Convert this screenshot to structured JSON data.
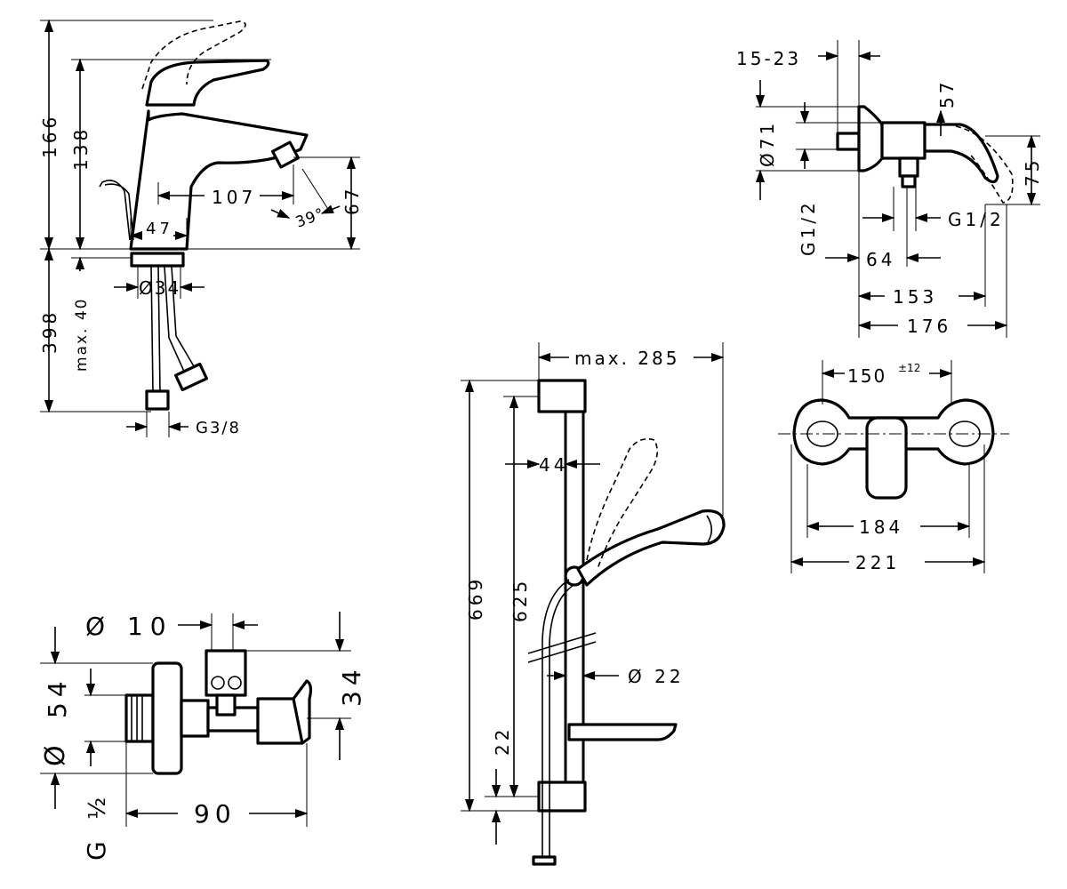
{
  "colors": {
    "ink": "#000000",
    "paper": "#ffffff"
  },
  "basin_mixer": {
    "dim_166": "166",
    "dim_138": "138",
    "dim_107": "107",
    "dim_67": "67",
    "angle_39": "39°",
    "dim_47": "47",
    "dia_34": "Ø34",
    "dim_398": "398",
    "max_40": "max. 40",
    "thread_g38": "G3/8"
  },
  "shower_mixer": {
    "dim_15_23": "15-23",
    "dim_57": "57",
    "dia_71": "Ø71",
    "dim_75": "75",
    "thread_left": "G1/2",
    "thread_right": "G1/2",
    "dim_64": "64",
    "dim_153": "153",
    "dim_176": "176"
  },
  "shower_mixer_front": {
    "dim_150": "150",
    "tol_12": "±12",
    "dim_184": "184",
    "dim_221": "221"
  },
  "shower_rail": {
    "max_285": "max. 285",
    "dim_44": "44",
    "dim_669": "669",
    "dim_625": "625",
    "dia_22": "Ø 22",
    "dim_22": "22"
  },
  "angle_valve": {
    "dia_10": "Ø 10",
    "dim_54": "54",
    "dia_symbol": "Ø",
    "dim_34": "34",
    "dim_90": "90",
    "g_label": "G",
    "half_label": "½"
  }
}
